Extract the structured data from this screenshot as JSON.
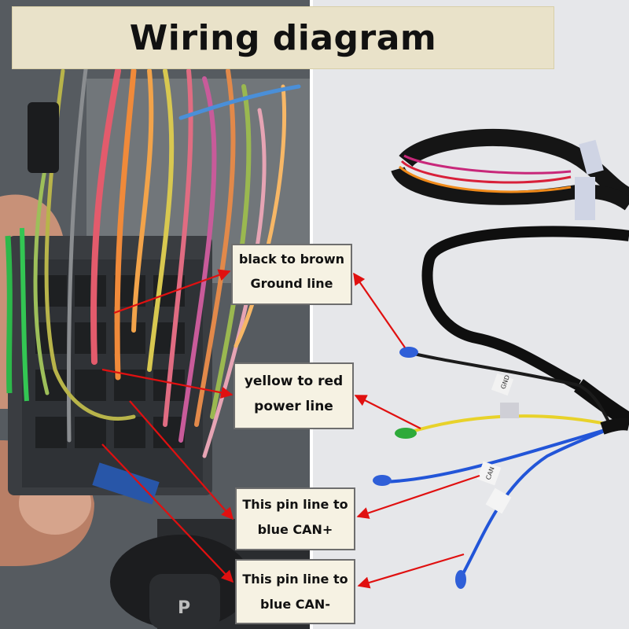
{
  "title": "Wiring diagram",
  "labels": {
    "ground": {
      "line1": "black to brown",
      "line2": "Ground line"
    },
    "power": {
      "line1": "yellow to red",
      "line2": "power line"
    },
    "can_plus": {
      "line1": "This pin line to",
      "line2": "blue CAN+"
    },
    "can_minus": {
      "line1": "This pin line to",
      "line2": "blue CAN-"
    }
  },
  "photo_left": {
    "shift_marker": "P"
  },
  "wire_tags": {
    "can": "CAN",
    "ground": "GND"
  },
  "colors": {
    "arrow": "#e01010",
    "label_bg": "#f6f2e3",
    "title_bg": "#e9e2c9",
    "harness_black": "#111111",
    "wire_yellow": "#e8d22a",
    "wire_blue": "#2255d8",
    "wire_red": "#d8203a",
    "wire_orange": "#f08a1a"
  }
}
